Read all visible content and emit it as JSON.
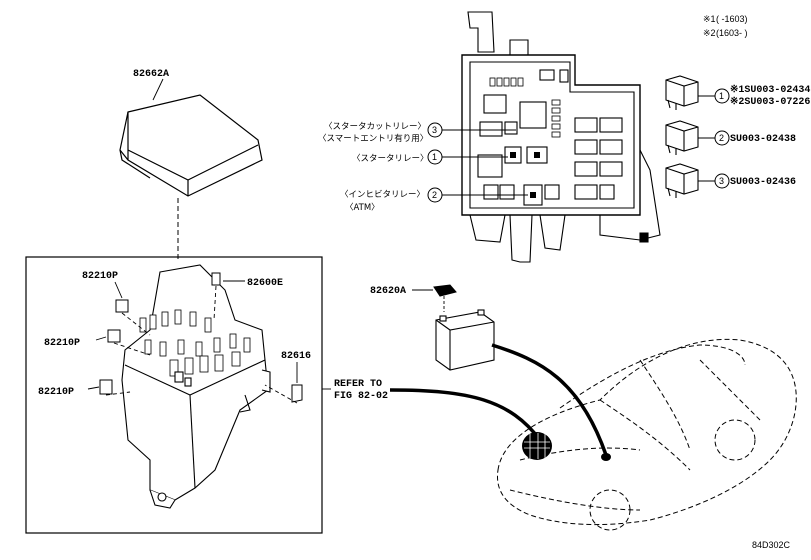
{
  "legend": {
    "row1_mark": "※1",
    "row1_range": "(      -1603)",
    "row2_mark": "※2",
    "row2_range": "(1603-      )"
  },
  "parts": {
    "cover": "82662A",
    "fuse1": "82210P",
    "fuse2": "82210P",
    "fuse3": "82210P",
    "relay_block_small": "82600E",
    "clip": "82616",
    "terminal": "82620A",
    "refer_line1": "REFER TO",
    "refer_line2": "FIG 82-02"
  },
  "relay_labels": {
    "starter_cut_line1": "〈スタータカットリレー〉",
    "starter_cut_line2": "〈スマートエントリ有り用〉",
    "starter": "〈スタータリレー〉",
    "inhibit_line1": "〈インヒビタリレー〉",
    "inhibit_line2": "〈ATM〉"
  },
  "callouts": {
    "c1": "1",
    "c2": "2",
    "c3": "3"
  },
  "relay_part_numbers": {
    "r1_line1": "※1SU003-02434",
    "r1_line2": "※2SU003-07226",
    "r2": "SU003-02438",
    "r3": "SU003-02436"
  },
  "figure_id": "84D302C"
}
